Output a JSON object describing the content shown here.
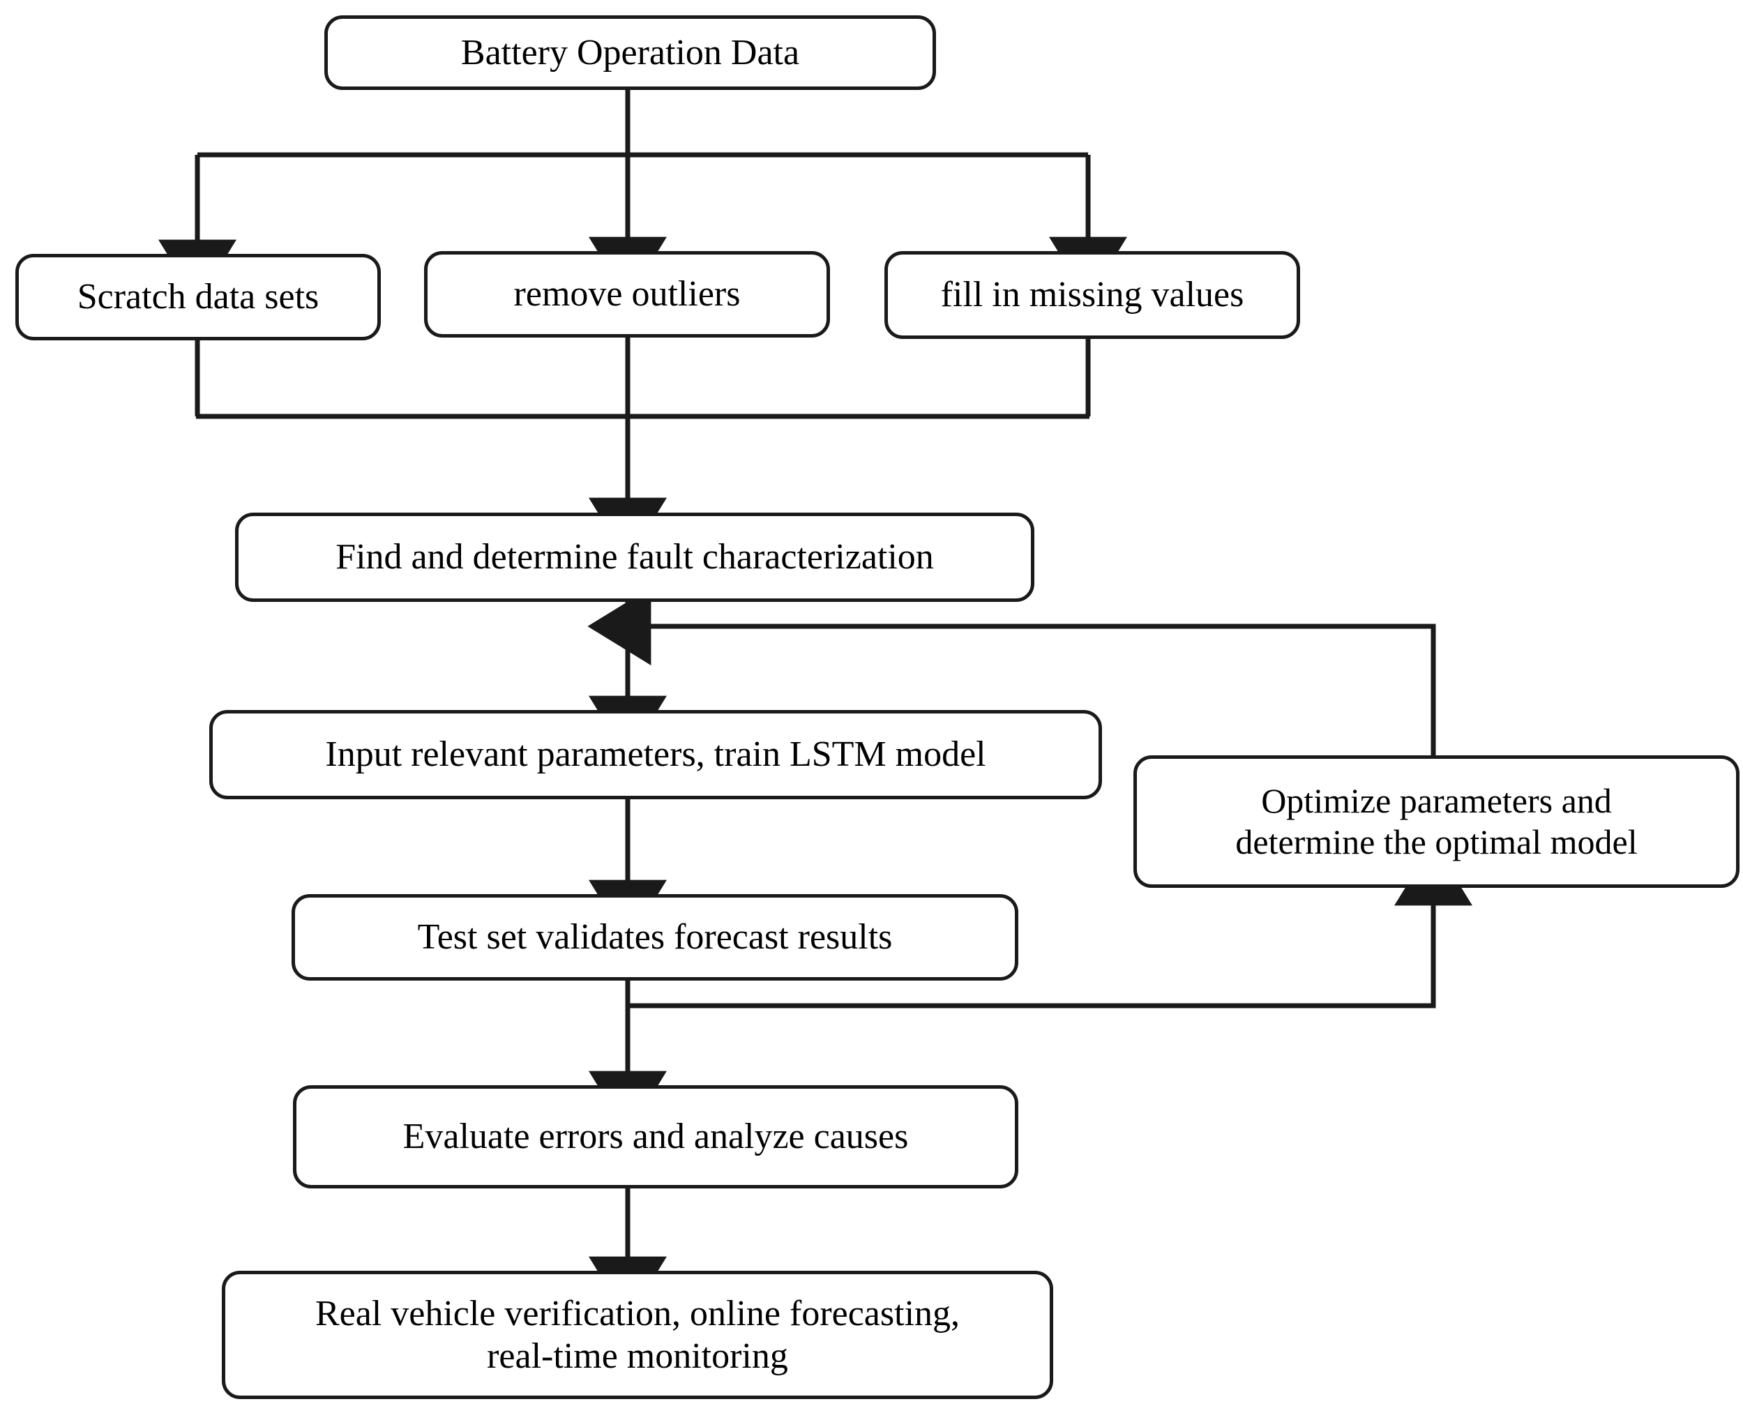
{
  "diagram": {
    "title": "Battery fault prediction workflow flowchart",
    "type": "flowchart",
    "background_color": "#ffffff",
    "line_color": "#1a1a1a",
    "text_color": "#000000",
    "nodes": [
      {
        "id": "source",
        "label": "Battery Operation Data"
      },
      {
        "id": "scratch",
        "label": "Scratch data sets"
      },
      {
        "id": "outliers",
        "label": "remove outliers"
      },
      {
        "id": "missing",
        "label": "fill in missing values"
      },
      {
        "id": "fault",
        "label": "Find and determine fault characterization"
      },
      {
        "id": "train",
        "label": "Input relevant parameters, train LSTM model"
      },
      {
        "id": "optimize",
        "label": "Optimize parameters and\ndetermine the optimal model"
      },
      {
        "id": "test",
        "label": "Test set validates forecast results"
      },
      {
        "id": "evaluate",
        "label": "Evaluate errors and analyze causes"
      },
      {
        "id": "deploy",
        "label": "Real vehicle verification, online forecasting,\nreal-time monitoring"
      }
    ],
    "edges": [
      {
        "from": "source",
        "to": "scratch",
        "kind": "split-down"
      },
      {
        "from": "source",
        "to": "outliers",
        "kind": "straight-down"
      },
      {
        "from": "source",
        "to": "missing",
        "kind": "split-down"
      },
      {
        "from": "scratch",
        "to": "fault",
        "kind": "merge-down"
      },
      {
        "from": "outliers",
        "to": "fault",
        "kind": "straight-down"
      },
      {
        "from": "missing",
        "to": "fault",
        "kind": "merge-down"
      },
      {
        "from": "fault",
        "to": "train",
        "kind": "straight-down"
      },
      {
        "from": "train",
        "to": "test",
        "kind": "straight-down"
      },
      {
        "from": "test",
        "to": "optimize",
        "kind": "feedback-right-up"
      },
      {
        "from": "optimize",
        "to": "train",
        "kind": "feedback-up-left"
      },
      {
        "from": "test",
        "to": "evaluate",
        "kind": "straight-down"
      },
      {
        "from": "evaluate",
        "to": "deploy",
        "kind": "straight-down"
      }
    ]
  }
}
